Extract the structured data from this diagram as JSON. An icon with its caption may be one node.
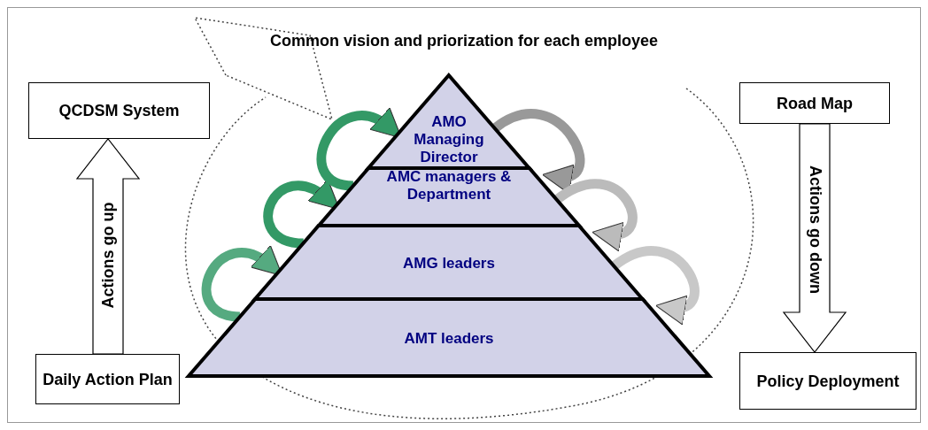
{
  "diagram": {
    "title": "Common vision and priorization for each employee",
    "nodes": [
      {
        "text": [
          "QCDSM System"
        ]
      },
      {
        "text": [
          "Daily Action Plan"
        ]
      },
      {
        "text": [
          "Road Map"
        ]
      },
      {
        "text": [
          "Policy Deployment"
        ]
      },
      {
        "text": [
          "AMO Managing Director"
        ]
      },
      {
        "text": [
          "AMC managers & Department"
        ]
      },
      {
        "text": [
          "AMG leaders"
        ]
      },
      {
        "text": [
          "AMT leaders"
        ]
      }
    ],
    "edges": [
      {
        "from": 1,
        "to": 0,
        "arrow": "to",
        "label": "Actions go up",
        "style": "thick"
      },
      {
        "from": 2,
        "to": 3,
        "arrow": "to",
        "label": "Actions go down",
        "style": "thick"
      },
      {
        "from": 7,
        "to": 6,
        "arrow": "to",
        "color": "#55aa80"
      },
      {
        "from": 6,
        "to": 5,
        "arrow": "to",
        "color": "#339966"
      },
      {
        "from": 5,
        "to": 4,
        "arrow": "to",
        "color": "#339966"
      },
      {
        "from": 4,
        "to": 5,
        "arrow": "to",
        "color": "#999999"
      },
      {
        "from": 5,
        "to": 6,
        "arrow": "to",
        "color": "#bbbbbb"
      },
      {
        "from": 6,
        "to": 7,
        "arrow": "to",
        "color": "#c8c8c8"
      }
    ]
  }
}
